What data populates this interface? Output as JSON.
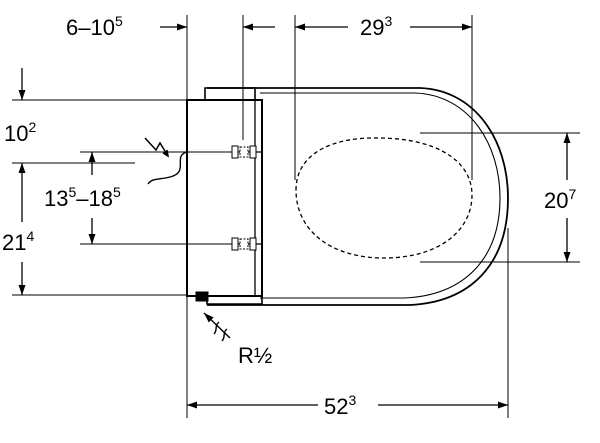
{
  "dimensions": {
    "top_left": {
      "main": "6–10",
      "sup": "5"
    },
    "top_right": {
      "main": "29",
      "sup": "3"
    },
    "left_upper": {
      "main": "10",
      "sup": "2"
    },
    "left_mid": {
      "main1": "13",
      "sup1": "5",
      "dash": "–",
      "main2": "18",
      "sup2": "5"
    },
    "left_lower": {
      "main": "21",
      "sup": "4"
    },
    "right": {
      "main": "20",
      "sup": "7"
    },
    "bottom": {
      "main": "52",
      "sup": "3"
    }
  },
  "labels": {
    "water_connection": "R½"
  },
  "icons": {
    "power": "lightning-bolt-icon",
    "water": "water-inlet-arrow-icon"
  },
  "colors": {
    "line": "#000000",
    "background": "#ffffff"
  }
}
